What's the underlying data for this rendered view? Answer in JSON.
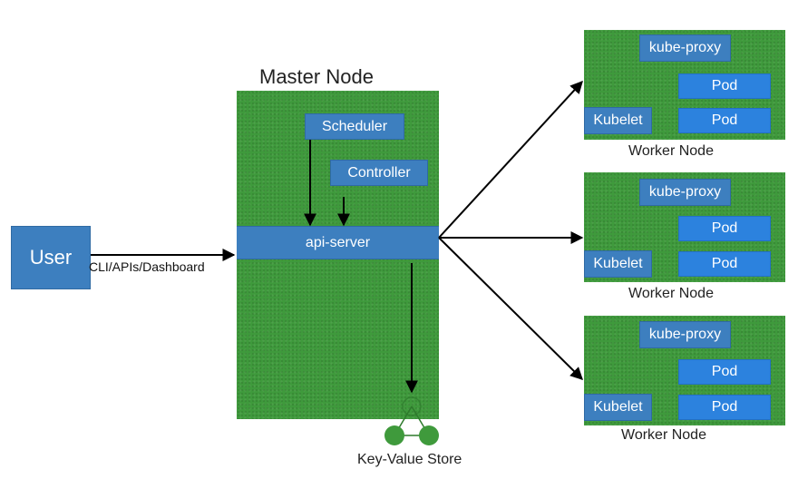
{
  "user": {
    "label": "User"
  },
  "connection": {
    "label": "CLI/APIs/Dashboard"
  },
  "master": {
    "title": "Master Node",
    "scheduler": "Scheduler",
    "controller": "Controller",
    "api_server": "api-server"
  },
  "store": {
    "label": "Key-Value Store"
  },
  "workers": [
    {
      "label": "Worker Node",
      "proxy": "kube-proxy",
      "kubelet": "Kubelet",
      "pods": [
        "Pod",
        "Pod"
      ]
    },
    {
      "label": "Worker Node",
      "proxy": "kube-proxy",
      "kubelet": "Kubelet",
      "pods": [
        "Pod",
        "Pod"
      ]
    },
    {
      "label": "Worker Node",
      "proxy": "kube-proxy",
      "kubelet": "Kubelet",
      "pods": [
        "Pod",
        "Pod"
      ]
    }
  ],
  "colors": {
    "node_green": "#3f9a3c",
    "component_blue": "#3d7fbf",
    "pod_blue": "#2c82de",
    "arrow": "#000000"
  }
}
